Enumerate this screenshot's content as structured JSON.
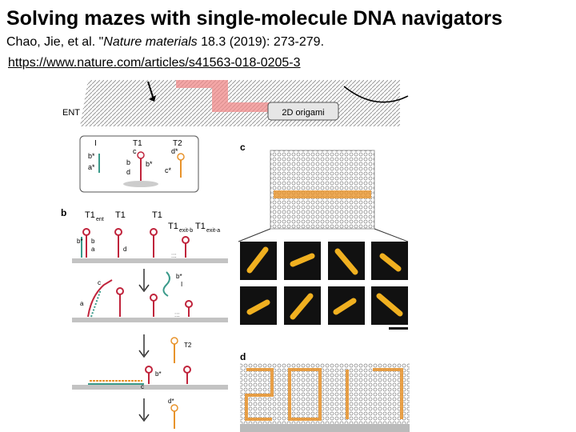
{
  "slide": {
    "title": "Solving mazes with single-molecule DNA navigators",
    "citation": {
      "authors": "Chao, Jie, et al. \"",
      "journal": "Nature materials",
      "details": " 18.3 (2019): 273-279."
    },
    "link": "https://www.nature.com/articles/s41563-018-0205-3"
  },
  "figure": {
    "labels": {
      "ent": "ENT",
      "origami": "2D origami",
      "panel_b": "b",
      "panel_c": "c",
      "panel_d": "d",
      "inset_i": "I",
      "inset_t1": "T1",
      "inset_t2": "T2",
      "row_t1ent": "T1",
      "row_t1ent_sub": "ent",
      "row_t1a": "T1",
      "row_t1b": "T1",
      "row_t1exit": "T1",
      "row_t1exit_b_sub": "exit-b",
      "row_t1exit2": "T1",
      "row_t1exit_a_sub": "exit-a",
      "i_label": "I",
      "t2_label": "T2"
    },
    "strands": {
      "b_star": "b*",
      "a_star": "a*",
      "c": "c",
      "d": "d",
      "b": "b",
      "d_star": "d*",
      "c_star": "c*",
      "a": "a"
    },
    "colors": {
      "red_strand": "#c0243c",
      "orange_strand": "#e8932b",
      "teal_strand": "#3a9a8a",
      "pink_path": "#f08a8a",
      "micrograph_bg": "#111111",
      "micrograph_glow": "#f0b020"
    }
  }
}
